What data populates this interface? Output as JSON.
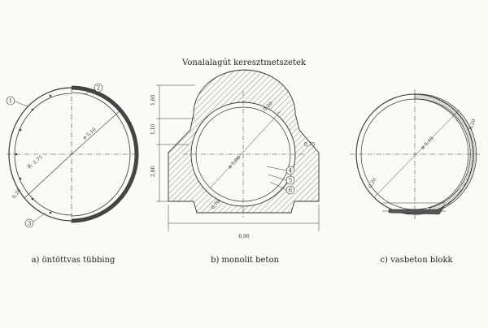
{
  "title": "Vonalalagút keresztmetszetek",
  "panels": [
    {
      "caption": "a) öntöttvas tübbing",
      "callouts": [
        "1",
        "2",
        "3"
      ],
      "dims": [
        "R: 2,75",
        "ø 5,10",
        "0,20"
      ]
    },
    {
      "caption": "b) monolit beton",
      "callouts": [
        "4",
        "5",
        "6"
      ],
      "dims": [
        "1,60",
        "1,10",
        "2,80",
        "6,90",
        "ø 5,00",
        "0,20",
        "0,75",
        "0,70"
      ]
    },
    {
      "caption": "c) vasbeton blokk",
      "dims": [
        "ø 5,10",
        "0,20",
        "0,20"
      ]
    }
  ],
  "colors": {
    "ink": "#333333",
    "hatch": "#555555",
    "paper": "#fbfaf6"
  }
}
